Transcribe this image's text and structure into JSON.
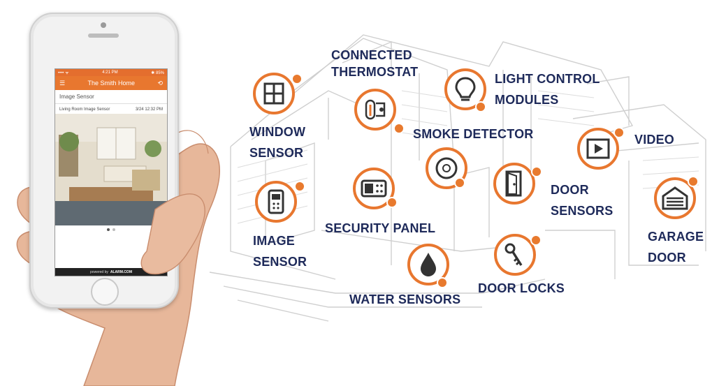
{
  "accent_color": "#e8772f",
  "label_color": "#1e2a5a",
  "phone": {
    "status": {
      "carrier": "•••• ᯤ",
      "time": "4:21 PM",
      "battery": "✱ 85%"
    },
    "app_title": "The Smith Home",
    "section_title": "Image Sensor",
    "image_caption": "Living Room Image Sensor",
    "image_timestamp": "3/24 12:32 PM",
    "footer_prefix": "powered by",
    "footer_brand": "ALARM.COM"
  },
  "features": [
    {
      "id": "window",
      "line1": "WINDOW",
      "line2": "SENSOR",
      "icon": "window-icon"
    },
    {
      "id": "thermostat",
      "line1": "CONNECTED",
      "line2": "THERMOSTAT",
      "icon": "thermostat-icon"
    },
    {
      "id": "light",
      "line1": "LIGHT CONTROL",
      "line2": "MODULES",
      "icon": "lightbulb-icon"
    },
    {
      "id": "smoke",
      "line1": "SMOKE DETECTOR",
      "icon": "smoke-detector-icon"
    },
    {
      "id": "video",
      "line1": "VIDEO",
      "icon": "video-play-icon"
    },
    {
      "id": "image",
      "line1": "IMAGE",
      "line2": "SENSOR",
      "icon": "image-sensor-icon"
    },
    {
      "id": "panel",
      "line1": "SECURITY PANEL",
      "icon": "security-panel-icon"
    },
    {
      "id": "door",
      "line1": "DOOR",
      "line2": "SENSORS",
      "icon": "door-icon"
    },
    {
      "id": "garage",
      "line1": "GARAGE",
      "line2": "DOOR",
      "icon": "garage-icon"
    },
    {
      "id": "water",
      "line1": "WATER SENSORS",
      "icon": "water-drop-icon"
    },
    {
      "id": "locks",
      "line1": "DOOR LOCKS",
      "icon": "key-icon"
    }
  ]
}
